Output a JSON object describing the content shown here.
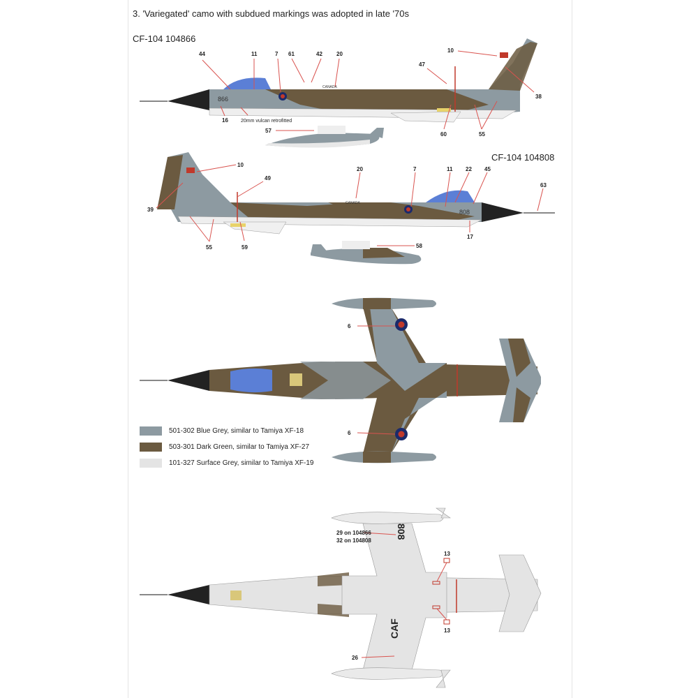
{
  "heading": "3. 'Variegated' camo with subdued markings was adopted in late '70s",
  "aircraft": [
    {
      "label": "CF-104 104866",
      "fuselage_code": "866",
      "callouts": [
        "44",
        "11",
        "7",
        "61",
        "42",
        "20",
        "10",
        "47",
        "38",
        "16",
        "60",
        "55",
        "57"
      ],
      "note": "20mm vulcan retrofitted",
      "fuselage_text": "CANADA"
    },
    {
      "label": "CF-104 104808",
      "fuselage_code": "808",
      "callouts": [
        "10",
        "49",
        "39",
        "55",
        "59",
        "20",
        "7",
        "11",
        "22",
        "45",
        "63",
        "17",
        "58"
      ],
      "fuselage_text": "CANADA"
    }
  ],
  "top_view": {
    "callouts": [
      "6",
      "6"
    ]
  },
  "bottom_view": {
    "callouts": [
      "13",
      "13",
      "26"
    ],
    "note_lines": [
      "29 on 104866",
      "32 on 104808"
    ],
    "wing_codes": [
      "808",
      "CAF"
    ]
  },
  "legend": [
    {
      "label": "501-302 Blue Grey, similar to Tamiya XF-18",
      "color": "#8d9aa1"
    },
    {
      "label": "503-301 Dark Green, similar to Tamiya XF-27",
      "color": "#6b5a40"
    },
    {
      "label": "101-327 Surface Grey, similar to Tamiya XF-19",
      "color": "#e4e4e4"
    }
  ],
  "colors": {
    "blue_grey": "#8d9aa1",
    "dark_green": "#6b5a40",
    "surface_grey": "#e4e4e4",
    "canopy": "#5b7fd6",
    "callout_line": "#d9534f"
  }
}
